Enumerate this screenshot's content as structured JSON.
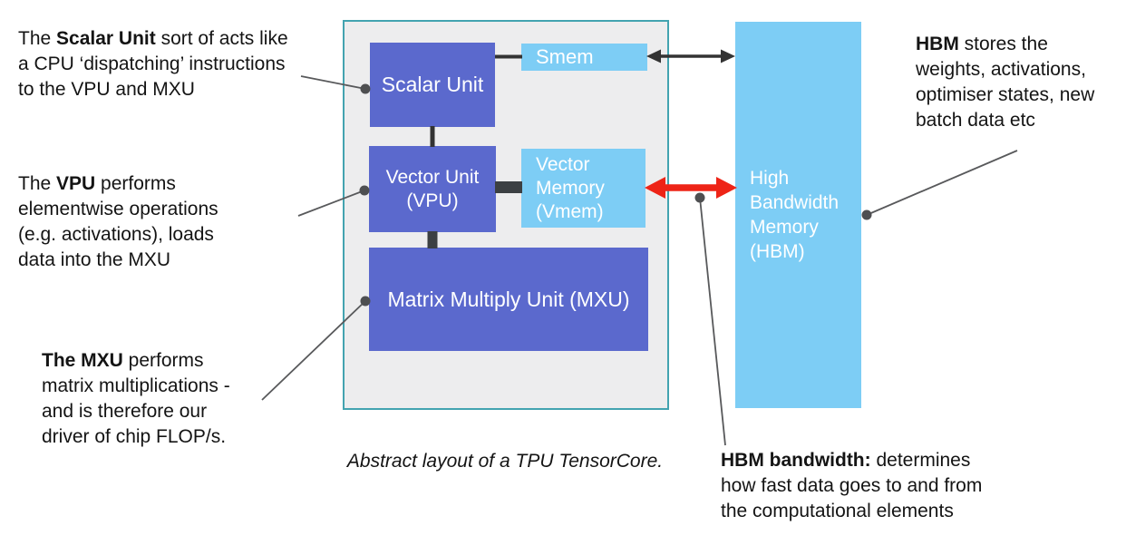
{
  "diagram": {
    "caption": "Abstract layout of a TPU TensorCore.",
    "nodes": {
      "scalar_unit": {
        "label": "Scalar Unit"
      },
      "smem": {
        "label": "Smem"
      },
      "vector_unit": {
        "label": "Vector Unit (VPU)"
      },
      "vector_memory": {
        "label": "Vector Memory (Vmem)"
      },
      "mxu": {
        "label": "Matrix Multiply Unit (MXU)"
      },
      "hbm": {
        "label": "High Bandwidth Memory (HBM)"
      }
    },
    "colors": {
      "compute_node": "#5b69cd",
      "memory_node": "#7dcdf5",
      "container_border": "#43a3b0",
      "container_fill": "#ededee",
      "connector_dark": "#3c4043",
      "arrow_black": "#333333",
      "arrow_red": "#ee2417",
      "leader_line": "#58595b"
    }
  },
  "annotations": {
    "scalar": {
      "pre": "The ",
      "bold": "Scalar Unit",
      "post": " sort of acts like a CPU ‘dispatching’ instructions to the VPU and MXU"
    },
    "vpu": {
      "pre": "The ",
      "bold": "VPU",
      "post": " performs elementwise operations (e.g. activations), loads data into the MXU"
    },
    "mxu": {
      "pre": "",
      "bold": "The MXU",
      "post": " performs matrix multiplications - and is therefore our driver of chip FLOP/s."
    },
    "hbm": {
      "pre": "",
      "bold": "HBM",
      "post": " stores the weights, activations, optimiser states, new batch data etc"
    },
    "hbm_bandwidth": {
      "pre": "",
      "bold": "HBM bandwidth:",
      "post": " determines how fast data goes to and from the computational elements"
    }
  }
}
